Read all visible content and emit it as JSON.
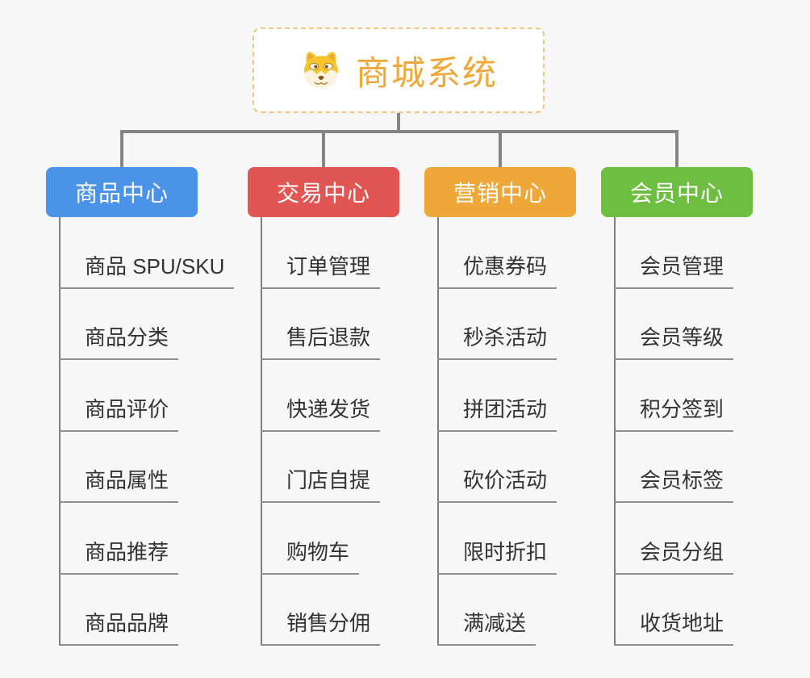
{
  "app": {
    "background_color": "#f7f7f7",
    "connector_color": "#858585",
    "trunk_color": "#7f7f7f",
    "underline_color": "#8f8f8f",
    "item_text_color": "#333333"
  },
  "root": {
    "title": "商城系统",
    "icon": "doge-face-icon",
    "title_color": "#f0a737",
    "border_color": "#f3c77f"
  },
  "branches": [
    {
      "label": "商品中心",
      "color": "#4b93e8",
      "items": [
        "商品 SPU/SKU",
        "商品分类",
        "商品评价",
        "商品属性",
        "商品推荐",
        "商品品牌"
      ]
    },
    {
      "label": "交易中心",
      "color": "#e15653",
      "items": [
        "订单管理",
        "售后退款",
        "快递发货",
        "门店自提",
        "购物车",
        "销售分佣"
      ]
    },
    {
      "label": "营销中心",
      "color": "#eea738",
      "items": [
        "优惠券码",
        "秒杀活动",
        "拼团活动",
        "砍价活动",
        "限时折扣",
        "满减送"
      ]
    },
    {
      "label": "会员中心",
      "color": "#6ebe41",
      "items": [
        "会员管理",
        "会员等级",
        "积分签到",
        "会员标签",
        "会员分组",
        "收货地址"
      ]
    }
  ]
}
